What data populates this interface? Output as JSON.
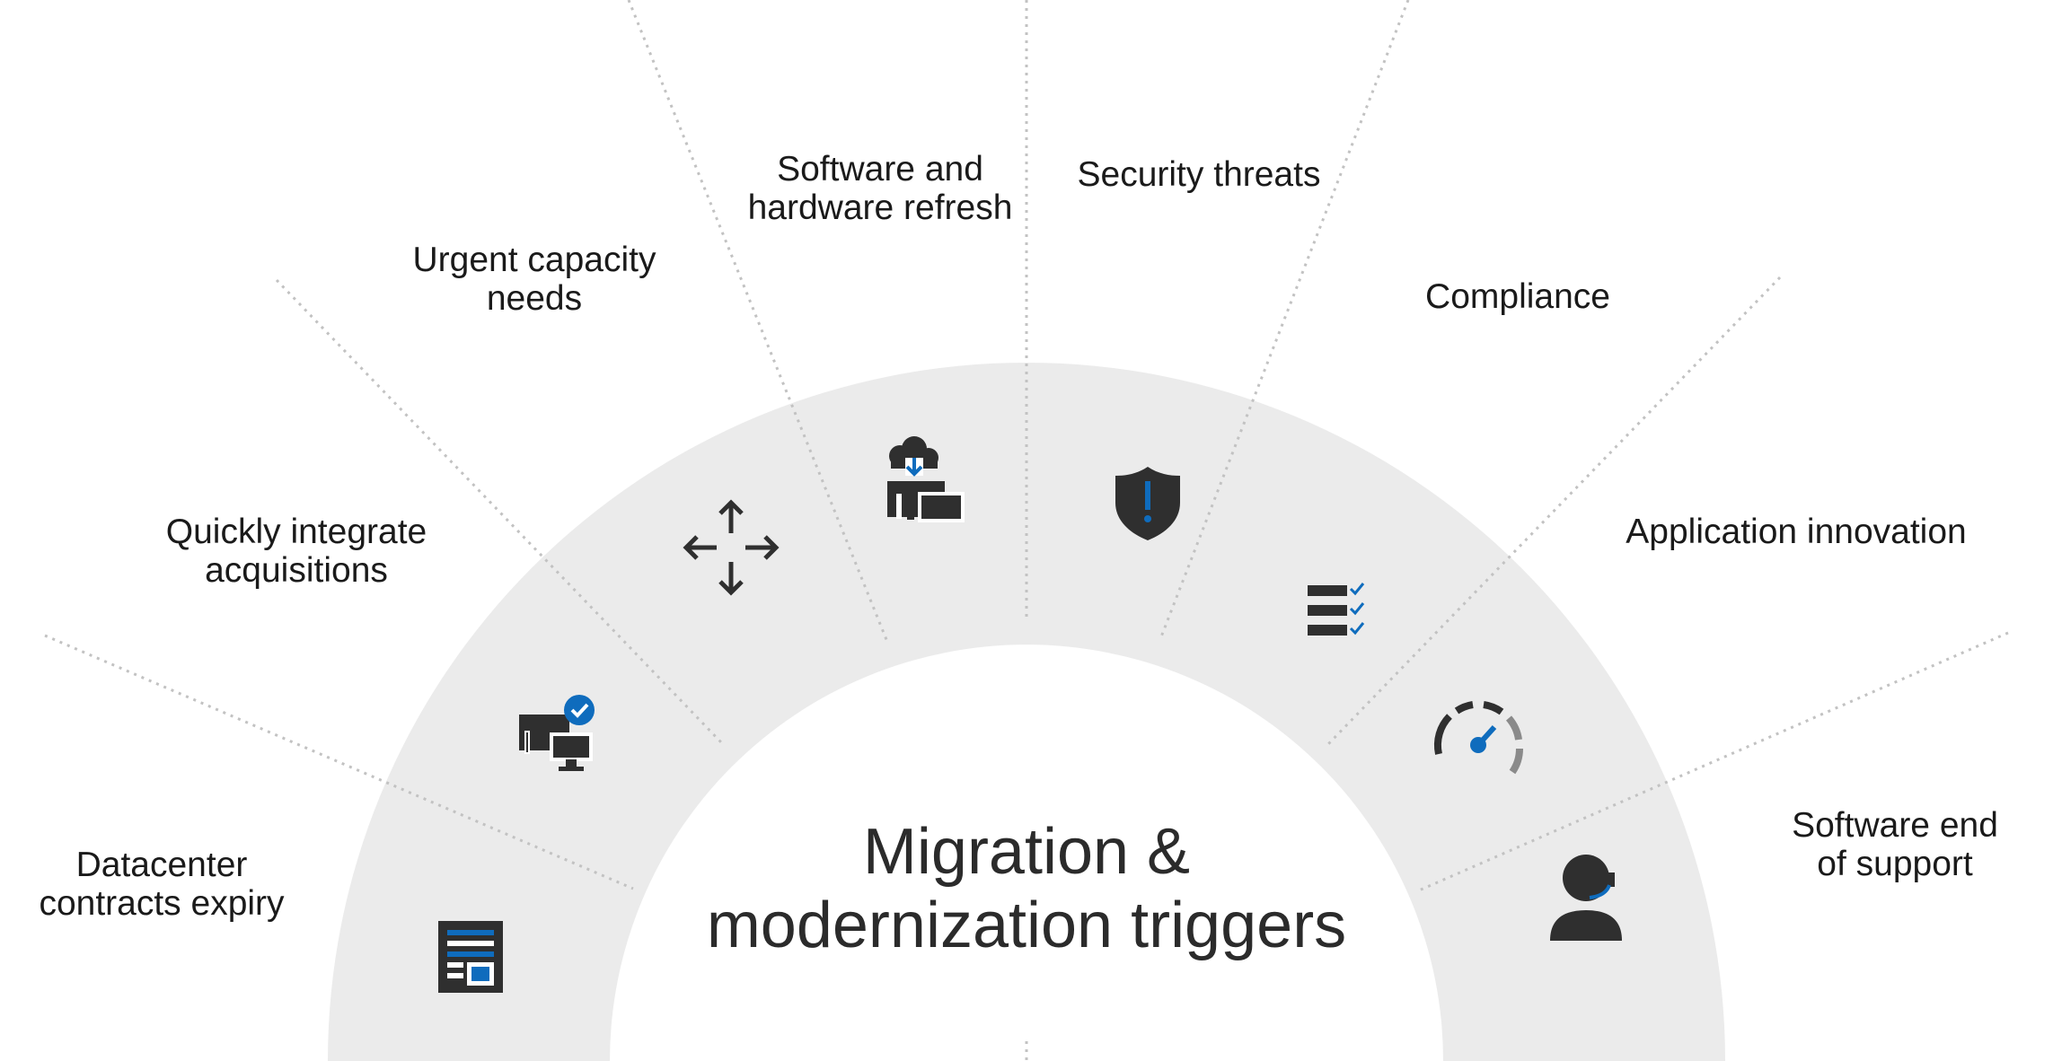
{
  "title": "Migration &\nmodernization triggers",
  "colors": {
    "ring": "#ebebeb",
    "divider": "#c2c2c2",
    "icon_dark": "#2f2f2f",
    "icon_accent": "#0f6cbd",
    "text": "#1a1a1a"
  },
  "triggers": [
    {
      "label": "Datacenter\ncontracts expiry",
      "icon": "document-report-icon"
    },
    {
      "label": "Quickly integrate\nacquisitions",
      "icon": "devices-check-icon"
    },
    {
      "label": "Urgent capacity\nneeds",
      "icon": "move-arrows-icon"
    },
    {
      "label": "Software and\nhardware refresh",
      "icon": "cloud-download-devices-icon"
    },
    {
      "label": "Security threats",
      "icon": "shield-alert-icon"
    },
    {
      "label": "Compliance",
      "icon": "checklist-icon"
    },
    {
      "label": "Application innovation",
      "icon": "speedometer-icon"
    },
    {
      "label": "Software end\nof support",
      "icon": "support-agent-icon"
    }
  ]
}
